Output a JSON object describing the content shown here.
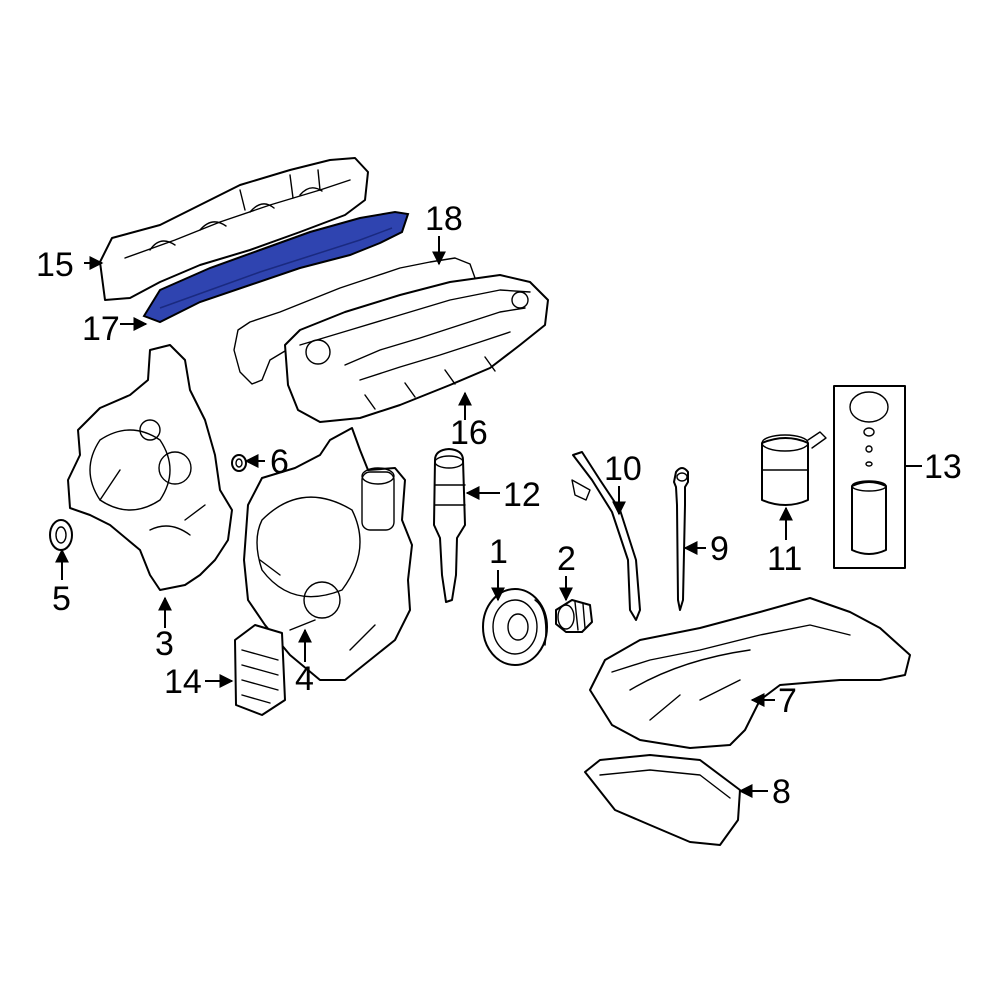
{
  "highlight_color": "#2f44b0",
  "outline_color": "#000000",
  "background_color": "#ffffff",
  "callouts": {
    "c1": "1",
    "c2": "2",
    "c3": "3",
    "c4": "4",
    "c5": "5",
    "c6": "6",
    "c7": "7",
    "c8": "8",
    "c9": "9",
    "c10": "10",
    "c11": "11",
    "c12": "12",
    "c13": "13",
    "c14": "14",
    "c15": "15",
    "c16": "16",
    "c17": "17",
    "c18": "18"
  },
  "highlighted_part": "17"
}
